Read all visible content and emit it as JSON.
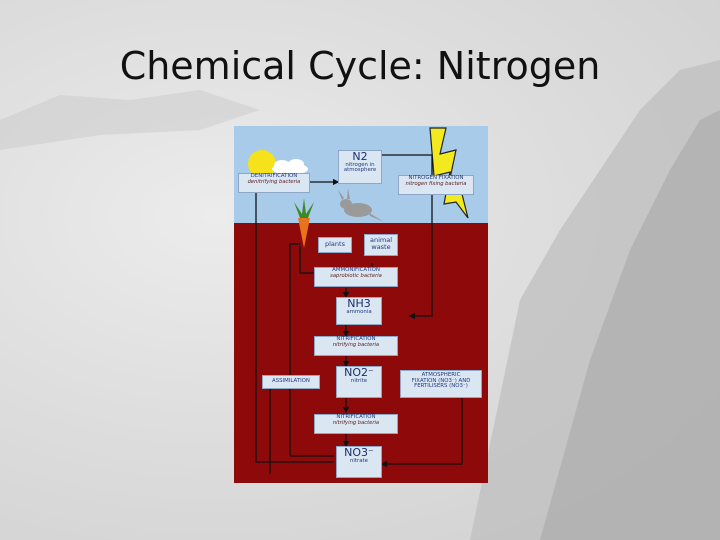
{
  "slide": {
    "title": "Chemical Cycle: Nitrogen"
  },
  "diagram": {
    "n2": {
      "formula": "N2",
      "desc": "nitrogen in atmosphere"
    },
    "denitrification": {
      "label": "DENITRIFICATION",
      "sub": "denitrifying bacteria"
    },
    "nitrogen_fixation": {
      "label": "NITROGEN FIXATION",
      "sub": "nitrogen fixing bacteria"
    },
    "plants": "plants",
    "animal_waste": "animal waste",
    "ammonification": {
      "label": "AMMONIFICATION",
      "sub": "saprobiotic bacteria"
    },
    "nh3": {
      "formula": "NH3",
      "desc": "ammonia"
    },
    "nitrification_1": {
      "label": "NITRIFICATION",
      "sub": "nitrifying bacteria"
    },
    "assimilation": "ASSIMILATION",
    "no2": {
      "formula": "NO2⁻",
      "desc": "nitrite"
    },
    "atmospheric": {
      "line1": "ATMOSPHERIC",
      "line2": "FIXATION (NO3⁻) AND",
      "line3": "FERTILISERS (NO3⁻)"
    },
    "nitrification_2": {
      "label": "NITRIFICATION",
      "sub": "nitrifying bacteria"
    },
    "no3": {
      "formula": "NO3⁻",
      "desc": "nitrate"
    }
  },
  "colors": {
    "sky": "#a9cbea",
    "soil": "#8e0a0a",
    "box": "#dbe6f3",
    "sun": "#f5e21a",
    "lightning": "#f2ea1e"
  }
}
